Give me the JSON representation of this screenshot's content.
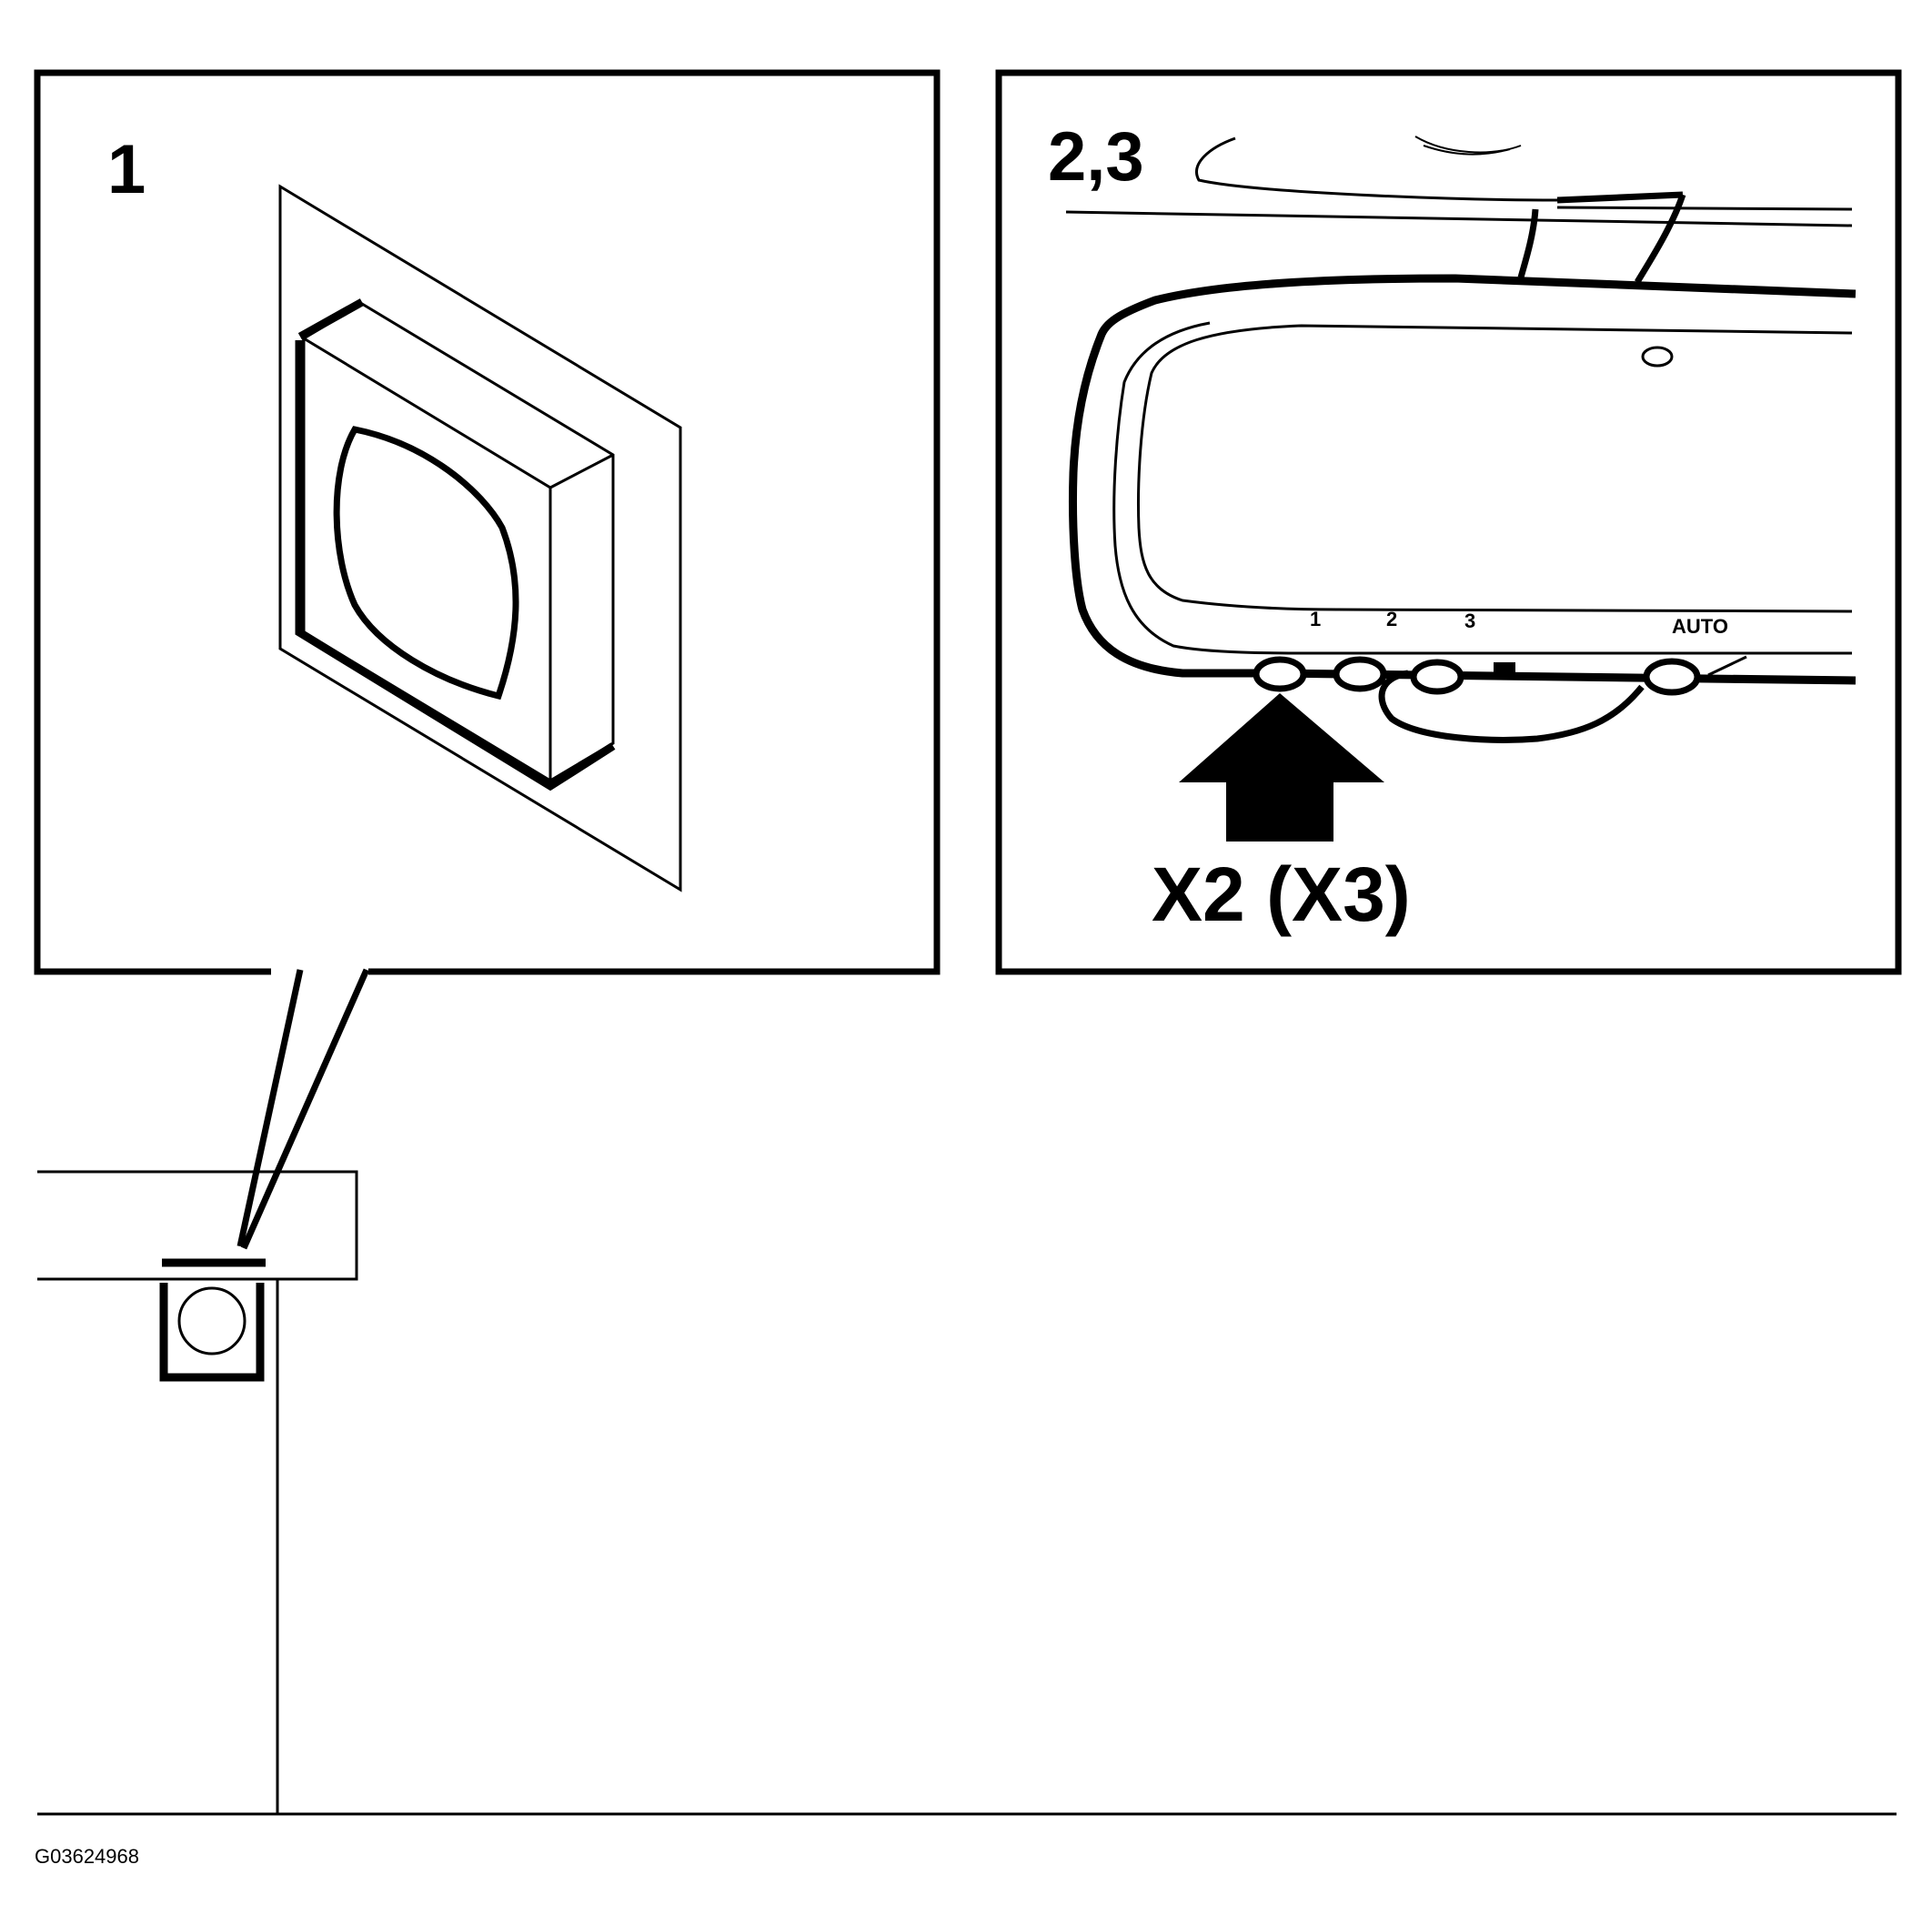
{
  "panel1": {
    "label": "1"
  },
  "panel2": {
    "label": "2,3",
    "button_labels": [
      "1",
      "2",
      "3",
      "AUTO"
    ],
    "callout": "X2 (X3)"
  },
  "figure_code": "G03624968"
}
